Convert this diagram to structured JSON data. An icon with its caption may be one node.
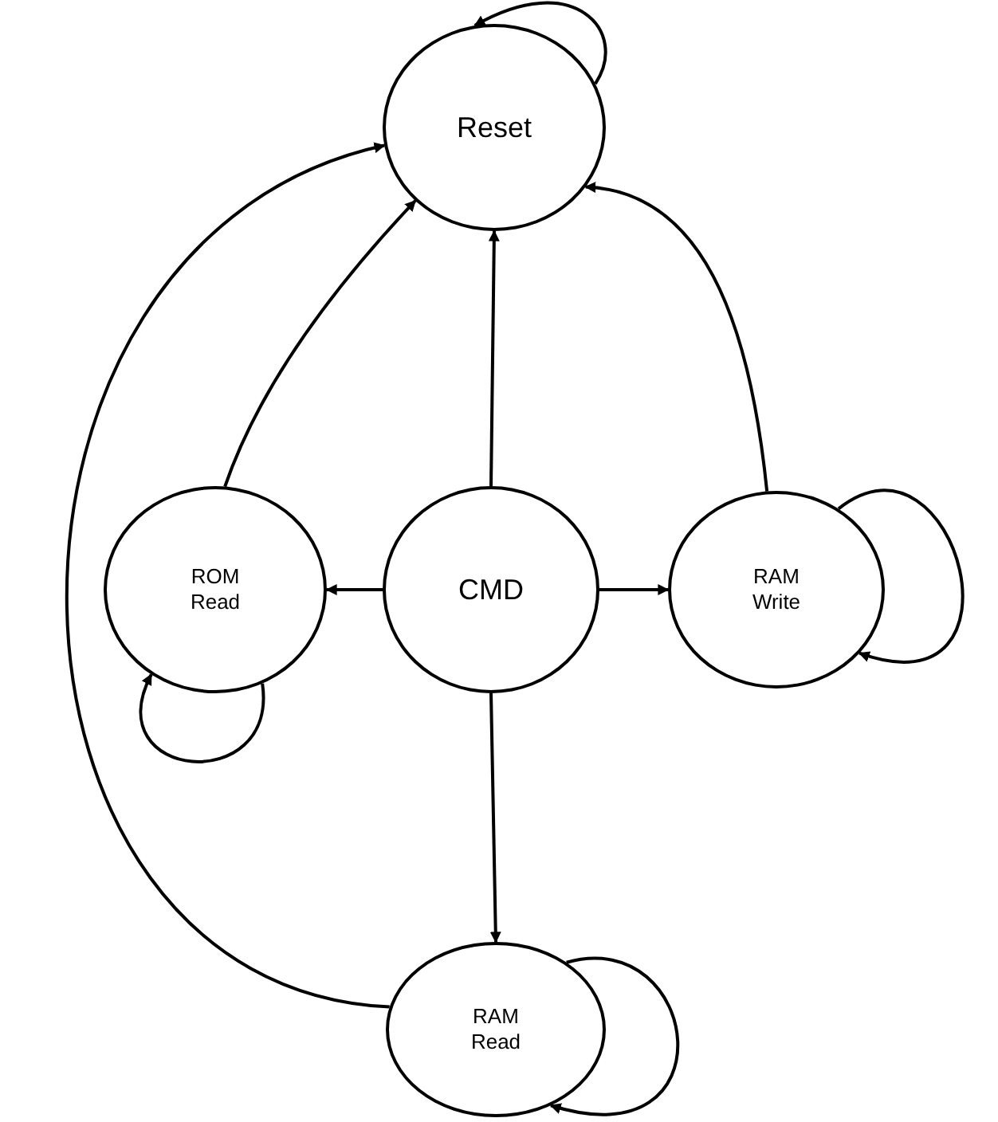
{
  "diagram": {
    "nodes": [
      {
        "text": [
          "Reset"
        ]
      },
      {
        "text": [
          "CMD"
        ]
      },
      {
        "text": [
          "ROM Read"
        ]
      },
      {
        "text": [
          "RAM Write"
        ]
      },
      {
        "text": [
          "RAM Read"
        ]
      }
    ],
    "edges": [
      {
        "from": 0,
        "to": 0,
        "arrow": "to"
      },
      {
        "from": 1,
        "to": 0,
        "arrow": "to"
      },
      {
        "from": 1,
        "to": 2,
        "arrow": "to"
      },
      {
        "from": 1,
        "to": 3,
        "arrow": "to"
      },
      {
        "from": 1,
        "to": 4,
        "arrow": "to"
      },
      {
        "from": 2,
        "to": 0,
        "arrow": "to"
      },
      {
        "from": 3,
        "to": 0,
        "arrow": "to"
      },
      {
        "from": 4,
        "to": 0,
        "arrow": "to"
      },
      {
        "from": 2,
        "to": 2,
        "arrow": "to"
      },
      {
        "from": 3,
        "to": 3,
        "arrow": "to"
      },
      {
        "from": 4,
        "to": 4,
        "arrow": "to"
      }
    ]
  }
}
